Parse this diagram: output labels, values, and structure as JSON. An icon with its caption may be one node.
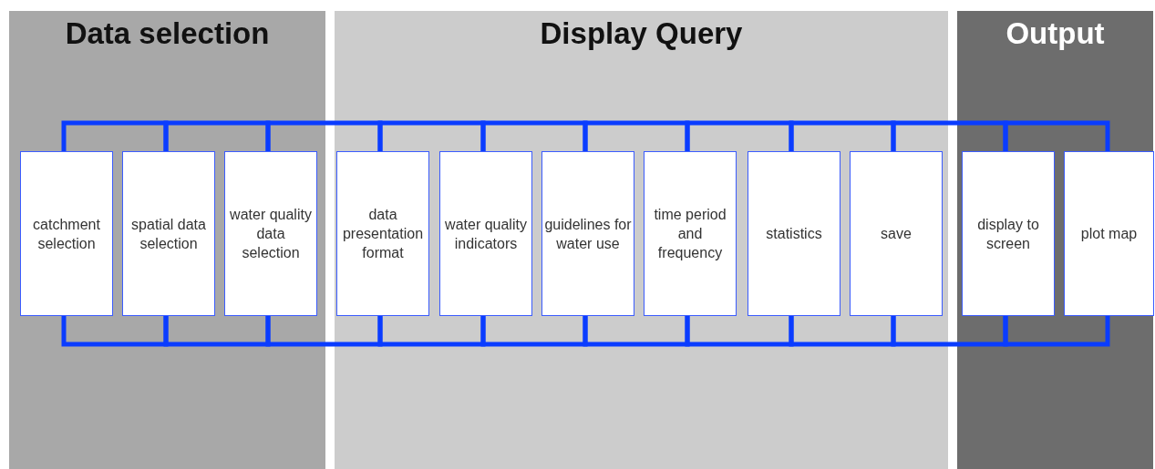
{
  "diagram": {
    "nodes": [
      {
        "text": [
          "Data selection"
        ]
      },
      {
        "text": [
          "catchment selection"
        ],
        "in": 0
      },
      {
        "text": [
          "spatial data selection"
        ],
        "in": 0
      },
      {
        "text": [
          "water quality data selection"
        ],
        "in": 0
      },
      {
        "text": [
          "Display Query"
        ]
      },
      {
        "text": [
          "data presentation format"
        ],
        "in": 4
      },
      {
        "text": [
          "water quality indicators"
        ],
        "in": 4
      },
      {
        "text": [
          "guidelines for water use"
        ],
        "in": 4
      },
      {
        "text": [
          "time period and frequency"
        ],
        "in": 4
      },
      {
        "text": [
          "statistics"
        ],
        "in": 4
      },
      {
        "text": [
          "save"
        ],
        "in": 4
      },
      {
        "text": [
          "Output"
        ]
      },
      {
        "text": [
          "display to screen"
        ],
        "in": 11
      },
      {
        "text": [
          "plot map"
        ],
        "in": 11
      }
    ],
    "edges": [
      {
        "from": 1,
        "to": 2,
        "arrow": "none"
      },
      {
        "from": 2,
        "to": 3,
        "arrow": "none"
      },
      {
        "from": 3,
        "to": 5,
        "arrow": "none"
      },
      {
        "from": 5,
        "to": 6,
        "arrow": "none"
      },
      {
        "from": 6,
        "to": 7,
        "arrow": "none"
      },
      {
        "from": 7,
        "to": 8,
        "arrow": "none"
      },
      {
        "from": 8,
        "to": 9,
        "arrow": "none"
      },
      {
        "from": 9,
        "to": 10,
        "arrow": "none"
      },
      {
        "from": 10,
        "to": 12,
        "arrow": "none"
      },
      {
        "from": 12,
        "to": 13,
        "arrow": "none"
      },
      {
        "from": 1,
        "to": 2,
        "arrow": "none"
      },
      {
        "from": 2,
        "to": 3,
        "arrow": "none"
      },
      {
        "from": 3,
        "to": 5,
        "arrow": "none"
      },
      {
        "from": 5,
        "to": 6,
        "arrow": "none"
      },
      {
        "from": 6,
        "to": 7,
        "arrow": "none"
      },
      {
        "from": 7,
        "to": 8,
        "arrow": "none"
      },
      {
        "from": 8,
        "to": 9,
        "arrow": "none"
      },
      {
        "from": 9,
        "to": 10,
        "arrow": "none"
      },
      {
        "from": 10,
        "to": 12,
        "arrow": "none"
      },
      {
        "from": 12,
        "to": 13,
        "arrow": "none"
      }
    ]
  }
}
